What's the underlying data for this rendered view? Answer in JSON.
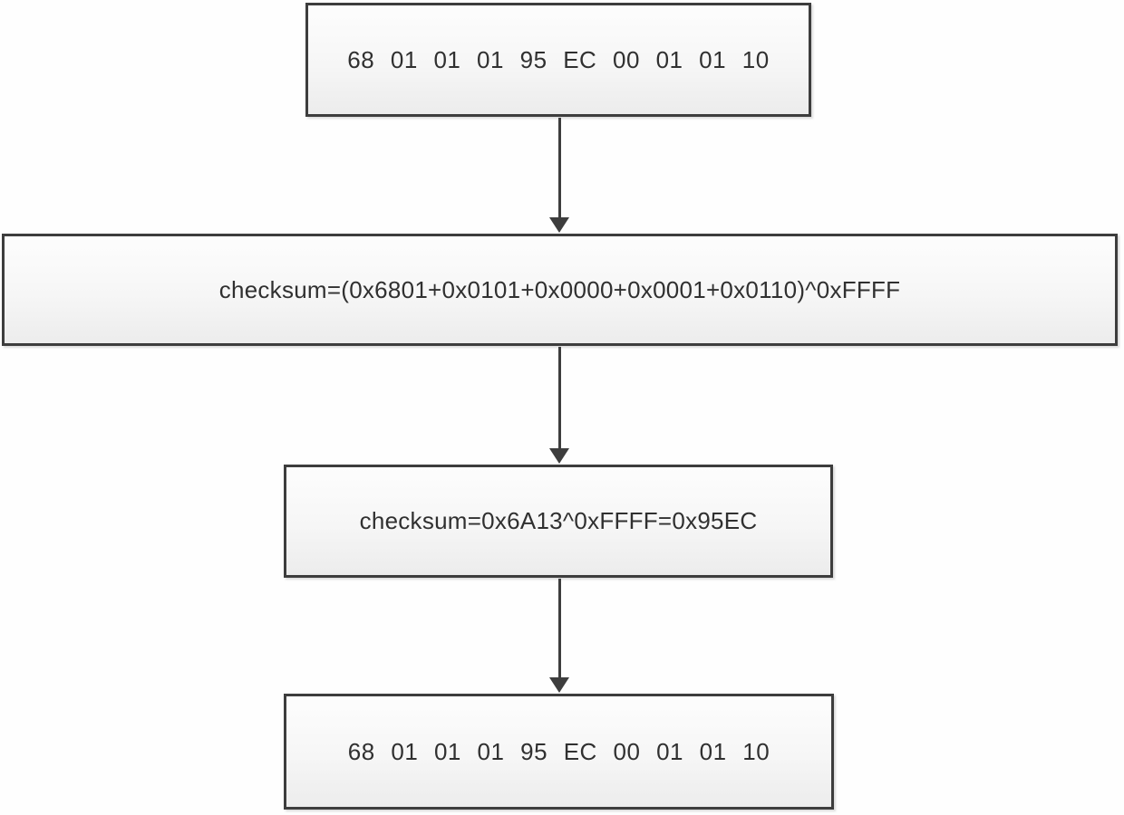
{
  "diagram": {
    "title": "checksum-calculation-flow",
    "colors": {
      "node_border": "#3d3d3d",
      "node_fill_top": "#fdfdfd",
      "node_fill_bottom": "#ececec",
      "arrow": "#3d3d3d",
      "text": "#303030",
      "background": "#fefefe"
    },
    "nodes": [
      {
        "id": "packet-top",
        "text": "68 01 01 01 95 EC 00 01 01 10"
      },
      {
        "id": "formula",
        "text": "checksum=(0x6801+0x0101+0x0000+0x0001+0x0110)^0xFFFF"
      },
      {
        "id": "result",
        "text": "checksum=0x6A13^0xFFFF=0x95EC"
      },
      {
        "id": "packet-bottom",
        "text": "68 01 01 01 95 EC 00 01 01 10"
      }
    ],
    "edges": [
      {
        "from": "packet-top",
        "to": "formula"
      },
      {
        "from": "formula",
        "to": "result"
      },
      {
        "from": "result",
        "to": "packet-bottom"
      }
    ]
  }
}
